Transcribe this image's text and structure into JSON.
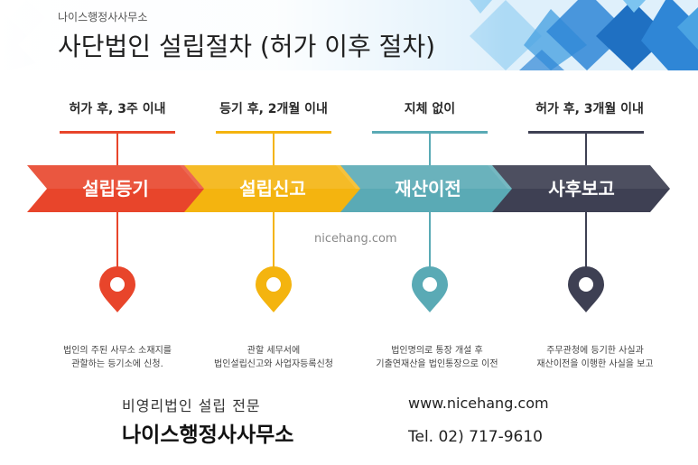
{
  "header": {
    "brand_small": "나이스행정사사무소",
    "title": "사단법인 설립절차 (허가 이후 절차)"
  },
  "steps": [
    {
      "timing": "허가 후, 3주 이내",
      "name": "설립등기",
      "desc_line1": "법인의 주된 사무소 소재지를",
      "desc_line2": "관할하는 등기소에 신청.",
      "color": "#e8452b"
    },
    {
      "timing": "등기 후, 2개월 이내",
      "name": "설립신고",
      "desc_line1": "관할 세무서에",
      "desc_line2": "법인설립신고와 사업자등록신청",
      "color": "#f4b40f"
    },
    {
      "timing": "지체 없이",
      "name": "재산이전",
      "desc_line1": "법인명의로 통장 개설 후",
      "desc_line2": "기출연재산을 법인통장으로 이전",
      "color": "#5aaab5"
    },
    {
      "timing": "허가 후, 3개월 이내",
      "name": "사후보고",
      "desc_line1": "주무관청에 등기한 사실과",
      "desc_line2": "재산이전을 이행한 사실을 보고",
      "color": "#3e4053"
    }
  ],
  "watermark": "nicehang.com",
  "footer": {
    "tagline": "비영리법인 설립 전문",
    "brand": "나이스행정사사무소",
    "website": "www.nicehang.com",
    "tel": "Tel. 02) 717-9610"
  },
  "colors": {
    "header_blue": "#2f86d6",
    "header_light": "#7cc4f0"
  }
}
